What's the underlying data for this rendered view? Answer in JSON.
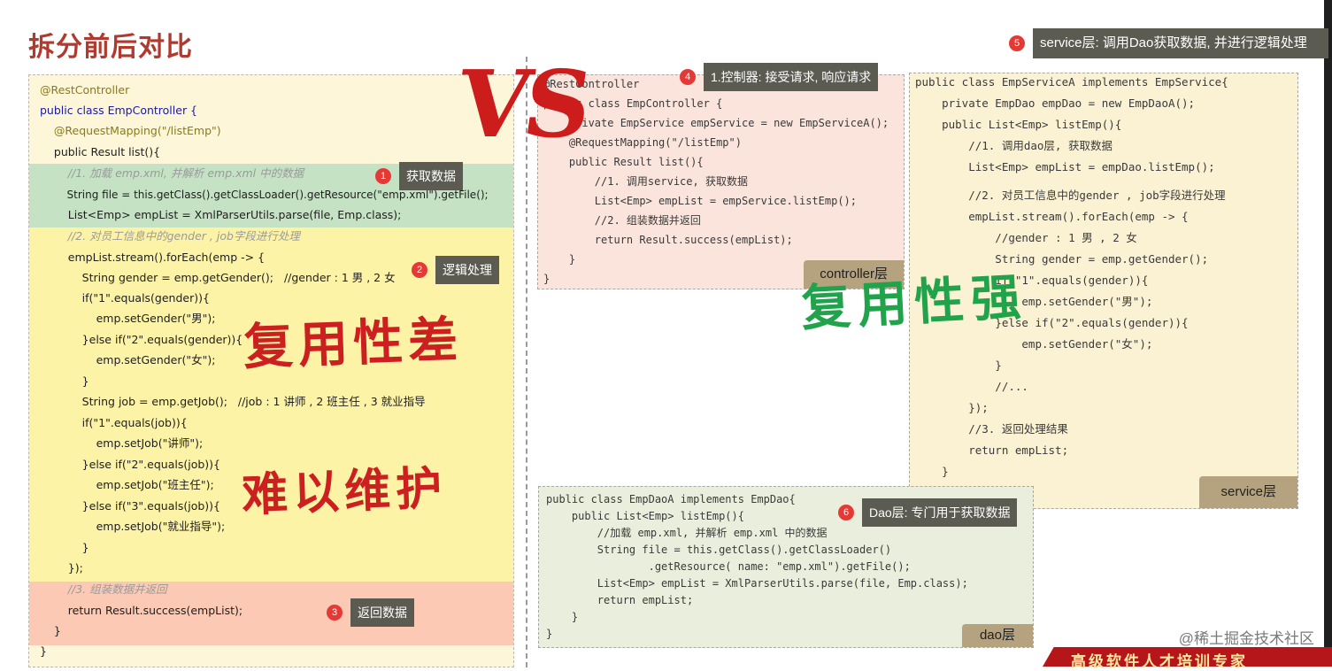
{
  "title": "拆分前后对比",
  "overlays": {
    "vs": "VS",
    "reuse_bad": "复用性差",
    "hard_maintain": "难以维护",
    "reuse_good": "复用性强"
  },
  "left_code": [
    "@RestController",
    "public class EmpController {",
    "    @RequestMapping(\"/listEmp\")",
    "    public Result list(){",
    "        //1. 加载 emp.xml, 并解析 emp.xml 中的数据",
    "        String file = this.getClass().getClassLoader().getResource(\"emp.xml\").getFile();",
    "        List<Emp> empList = XmlParserUtils.parse(file, Emp.class);",
    "        //2. 对员工信息中的gender , job字段进行处理",
    "        empList.stream().forEach(emp -> {",
    "            String gender = emp.getGender();   //gender : 1 男 , 2 女",
    "            if(\"1\".equals(gender)){",
    "                emp.setGender(\"男\");",
    "            }else if(\"2\".equals(gender)){",
    "                emp.setGender(\"女\");",
    "            }",
    "            String job = emp.getJob();   //job : 1 讲师 , 2 班主任 , 3 就业指导",
    "            if(\"1\".equals(job)){",
    "                emp.setJob(\"讲师\");",
    "            }else if(\"2\".equals(job)){",
    "                emp.setJob(\"班主任\");",
    "            }else if(\"3\".equals(job)){",
    "                emp.setJob(\"就业指导\");",
    "            }",
    "        });",
    "        //3. 组装数据并返回",
    "        return Result.success(empList);",
    "    }",
    "}"
  ],
  "controller_code": [
    "@RestController",
    "public class EmpController {",
    "    private EmpService empService = new EmpServiceA();",
    "    @RequestMapping(\"/listEmp\")",
    "    public Result list(){",
    "        //1. 调用service, 获取数据",
    "        List<Emp> empList = empService.listEmp();",
    "        //2. 组装数据并返回",
    "        return Result.success(empList);",
    "    }",
    "}"
  ],
  "service_code": [
    "public class EmpServiceA implements EmpService{",
    "    private EmpDao empDao = new EmpDaoA();",
    "    public List<Emp> listEmp(){",
    "        //1. 调用dao层, 获取数据",
    "        List<Emp> empList = empDao.listEmp();",
    "        //2. 对员工信息中的gender , job字段进行处理",
    "        empList.stream().forEach(emp -> {",
    "            //gender : 1 男 , 2 女",
    "            String gender = emp.getGender();",
    "            if(\"1\".equals(gender)){",
    "                emp.setGender(\"男\");",
    "            }else if(\"2\".equals(gender)){",
    "                emp.setGender(\"女\");",
    "            }",
    "            //...",
    "        });",
    "        //3. 返回处理结果",
    "        return empList;",
    "    }"
  ],
  "dao_code": [
    "public class EmpDaoA implements EmpDao{",
    "    public List<Emp> listEmp(){",
    "        //加载 emp.xml, 并解析 emp.xml 中的数据",
    "        String file = this.getClass().getClassLoader()",
    "                .getResource( name: \"emp.xml\").getFile();",
    "        List<Emp> empList = XmlParserUtils.parse(file, Emp.class);",
    "        return empList;",
    "    }",
    "}"
  ],
  "layers": {
    "controller": "controller层",
    "service": "service层",
    "dao": "dao层"
  },
  "callouts": [
    {
      "num": "1",
      "text": "获取数据"
    },
    {
      "num": "2",
      "text": "逻辑处理"
    },
    {
      "num": "3",
      "text": "返回数据"
    },
    {
      "num": "4",
      "text": "1.控制器: 接受请求, 响应请求"
    },
    {
      "num": "5",
      "text": "service层: 调用Dao获取数据, 并进行逻辑处理"
    },
    {
      "num": "6",
      "text": "Dao层: 专门用于获取数据"
    }
  ],
  "watermark": "@稀土掘金技术社区",
  "banner": "高级软件人才培训专家",
  "colors": {
    "title": "#b03a2e",
    "badge": "#e53935",
    "callout_bg": "#5b5b52",
    "green_band": "#c5e2c4",
    "yellow_band": "#fcf3a6",
    "red_band": "#fbc9b4",
    "good_text": "#21a34b",
    "bad_text": "#cc1f1f"
  }
}
